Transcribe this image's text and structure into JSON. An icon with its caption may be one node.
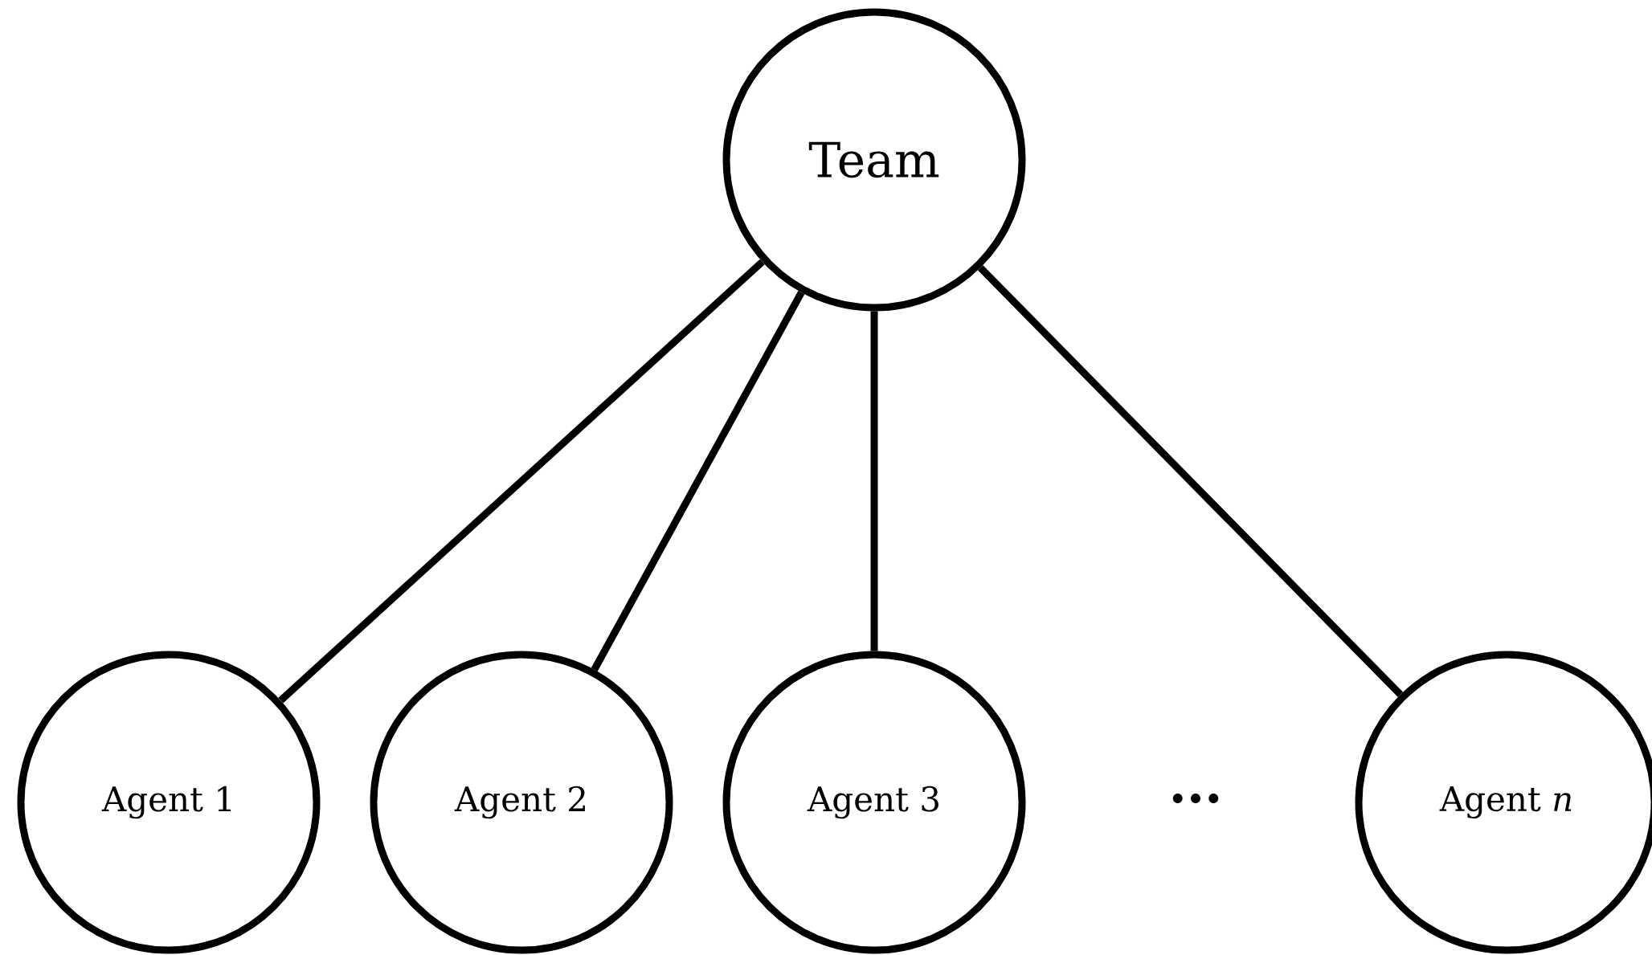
{
  "diagram": {
    "nodes": [
      {
        "text": [
          "Team"
        ]
      },
      {
        "text": [
          "Agent 1"
        ]
      },
      {
        "text": [
          "Agent 2"
        ]
      },
      {
        "text": [
          "Agent 3"
        ]
      },
      {
        "text": [
          "Agent *n*"
        ]
      }
    ],
    "edges": [
      {
        "from": 0,
        "to": 1,
        "arrow": "none"
      },
      {
        "from": 0,
        "to": 2,
        "arrow": "none"
      },
      {
        "from": 0,
        "to": 3,
        "arrow": "none"
      },
      {
        "from": 0,
        "to": 4,
        "arrow": "none"
      }
    ],
    "labels": [
      "..."
    ]
  }
}
